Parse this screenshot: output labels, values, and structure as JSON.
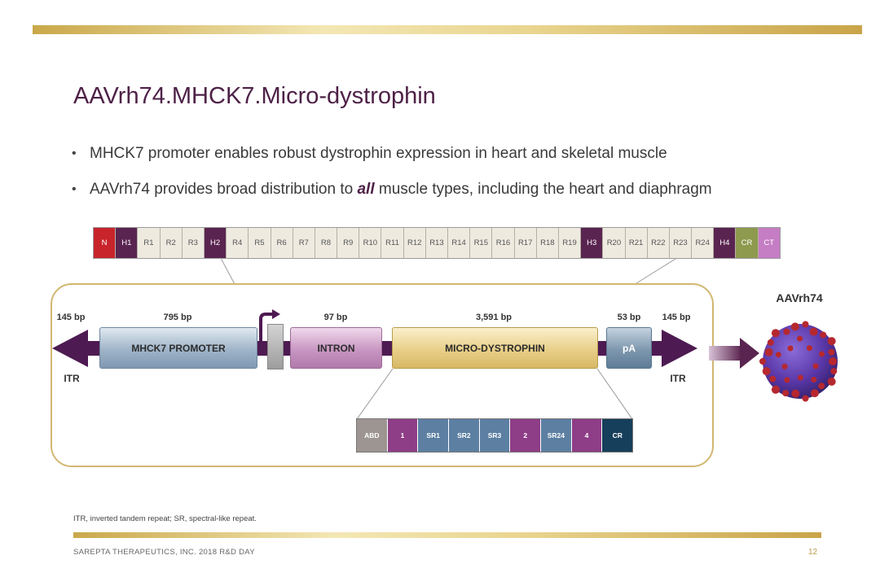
{
  "slide": {
    "title": "AAVrh74.MHCK7.Micro-dystrophin",
    "bullets": [
      {
        "before": "MHCK7 promoter enables robust dystrophin expression in heart and skeletal muscle",
        "emphasis": "",
        "after": ""
      },
      {
        "before": "AAVrh74 provides broad distribution to ",
        "emphasis": "all",
        "after": " muscle types, including the heart and diaphragm"
      }
    ]
  },
  "dystrophin_domains": [
    {
      "label": "N",
      "color": "#c8242b",
      "text_color": "#ffffff"
    },
    {
      "label": "H1",
      "color": "#5a2450",
      "text_color": "#ffffff"
    },
    {
      "label": "R1",
      "color": "#eeeae0",
      "text_color": "#555555"
    },
    {
      "label": "R2",
      "color": "#eeeae0",
      "text_color": "#555555"
    },
    {
      "label": "R3",
      "color": "#eeeae0",
      "text_color": "#555555"
    },
    {
      "label": "H2",
      "color": "#5a2450",
      "text_color": "#ffffff"
    },
    {
      "label": "R4",
      "color": "#eeeae0",
      "text_color": "#555555"
    },
    {
      "label": "R5",
      "color": "#eeeae0",
      "text_color": "#555555"
    },
    {
      "label": "R6",
      "color": "#eeeae0",
      "text_color": "#555555"
    },
    {
      "label": "R7",
      "color": "#eeeae0",
      "text_color": "#555555"
    },
    {
      "label": "R8",
      "color": "#eeeae0",
      "text_color": "#555555"
    },
    {
      "label": "R9",
      "color": "#eeeae0",
      "text_color": "#555555"
    },
    {
      "label": "R10",
      "color": "#eeeae0",
      "text_color": "#555555"
    },
    {
      "label": "R11",
      "color": "#eeeae0",
      "text_color": "#555555"
    },
    {
      "label": "R12",
      "color": "#eeeae0",
      "text_color": "#555555"
    },
    {
      "label": "R13",
      "color": "#eeeae0",
      "text_color": "#555555"
    },
    {
      "label": "R14",
      "color": "#eeeae0",
      "text_color": "#555555"
    },
    {
      "label": "R15",
      "color": "#eeeae0",
      "text_color": "#555555"
    },
    {
      "label": "R16",
      "color": "#eeeae0",
      "text_color": "#555555"
    },
    {
      "label": "R17",
      "color": "#eeeae0",
      "text_color": "#555555"
    },
    {
      "label": "R18",
      "color": "#eeeae0",
      "text_color": "#555555"
    },
    {
      "label": "R19",
      "color": "#eeeae0",
      "text_color": "#555555"
    },
    {
      "label": "H3",
      "color": "#5a2450",
      "text_color": "#ffffff"
    },
    {
      "label": "R20",
      "color": "#eeeae0",
      "text_color": "#555555"
    },
    {
      "label": "R21",
      "color": "#eeeae0",
      "text_color": "#555555"
    },
    {
      "label": "R22",
      "color": "#eeeae0",
      "text_color": "#555555"
    },
    {
      "label": "R23",
      "color": "#eeeae0",
      "text_color": "#555555"
    },
    {
      "label": "R24",
      "color": "#eeeae0",
      "text_color": "#555555"
    },
    {
      "label": "H4",
      "color": "#5a2450",
      "text_color": "#ffffff"
    },
    {
      "label": "CR",
      "color": "#8e9a4e",
      "text_color": "#ffffff"
    },
    {
      "label": "CT",
      "color": "#c57dc4",
      "text_color": "#ffffff"
    }
  ],
  "construct": {
    "itr_left": {
      "bp": "145 bp",
      "label": "ITR"
    },
    "promoter": {
      "bp": "795 bp",
      "label": "MHCK7 PROMOTER"
    },
    "intron": {
      "bp": "97 bp",
      "label": "INTRON"
    },
    "transgene": {
      "bp": "3,591 bp",
      "label": "MICRO-DYSTROPHIN"
    },
    "polya": {
      "bp": "53 bp",
      "label": "pA"
    },
    "itr_right": {
      "bp": "145 bp",
      "label": "ITR"
    }
  },
  "micro_dystrophin_domains": [
    {
      "label": "ABD",
      "color": "#9d9592"
    },
    {
      "label": "1",
      "color": "#8e3d87"
    },
    {
      "label": "SR1",
      "color": "#5c7fa2"
    },
    {
      "label": "SR2",
      "color": "#5c7fa2"
    },
    {
      "label": "SR3",
      "color": "#5c7fa2"
    },
    {
      "label": "2",
      "color": "#8e3d87"
    },
    {
      "label": "SR24",
      "color": "#5c7fa2"
    },
    {
      "label": "4",
      "color": "#8e3d87"
    },
    {
      "label": "CR",
      "color": "#163f5b"
    }
  ],
  "vector": {
    "label": "AAVrh74"
  },
  "footnote": "ITR, inverted tandem repeat; SR, spectral-like repeat.",
  "footer": {
    "company": "SAREPTA THERAPEUTICS, INC. 2018 R&D DAY",
    "page": "12"
  },
  "colors": {
    "title": "#4e2147",
    "accent_gold": "#d2b772",
    "backbone": "#4e1a52"
  }
}
